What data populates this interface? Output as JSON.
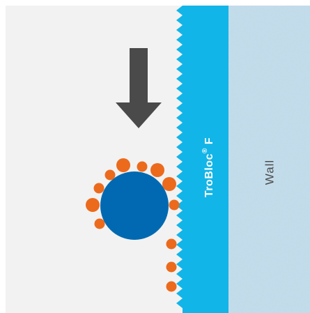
{
  "labels": {
    "product": "TroBloc",
    "product_mark": "®",
    "product_suffix": " F",
    "wall": "Wall"
  },
  "colors": {
    "background": "#f2f2f2",
    "arrow": "#4a4a4a",
    "membrane": "#12b5e8",
    "wall": "#c2dbe9",
    "particle_large": "#0069b1",
    "particle_small": "#ec6a1c",
    "label_light": "#ffffff",
    "label_dark": "#4a4a4a"
  },
  "icons": {
    "arrow": "down-arrow-icon"
  }
}
